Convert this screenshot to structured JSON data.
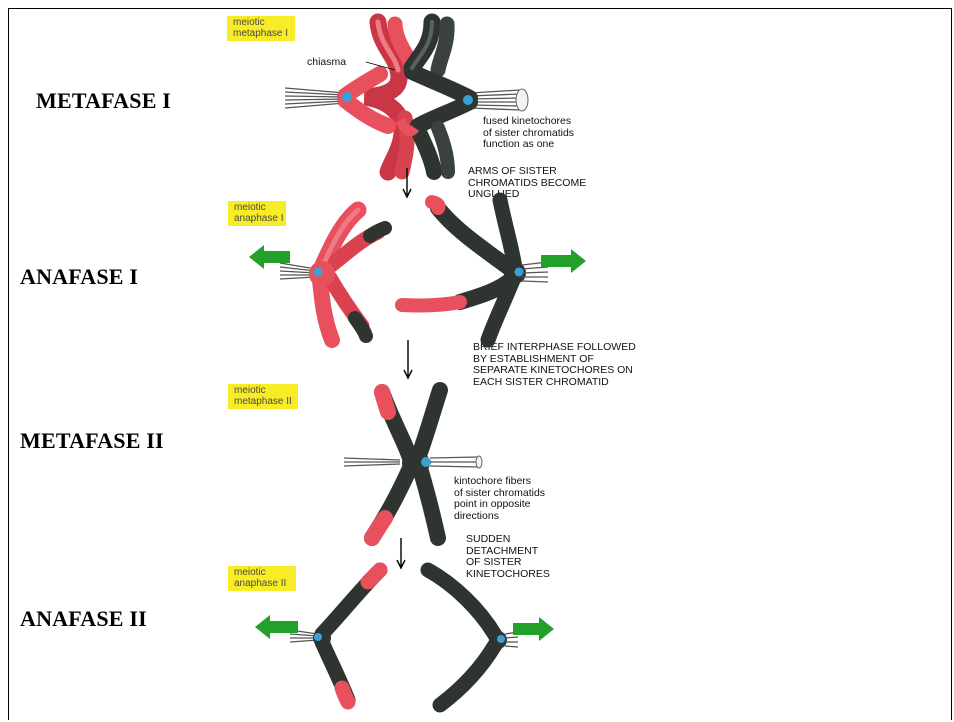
{
  "stages": {
    "metaphase1": "METAFASE I",
    "anaphase1": "ANAFASE I",
    "metaphase2": "METAFASE II",
    "anaphase2": "ANAFASE II"
  },
  "tags": {
    "metaphase1": "meiotic\nmetaphase I",
    "anaphase1": "meiotic\nanaphase I",
    "metaphase2": "meiotic\nmetaphase II",
    "anaphase2": "meiotic\nanaphase II"
  },
  "labels": {
    "chiasma": "chiasma",
    "fused_kinetochores": "fused kinetochores\nof sister chromatids\nfunction as one",
    "arms_unglued": "ARMS OF SISTER\nCHROMATIDS BECOME\nUNGLUED",
    "brief_interphase": "BRIEF INTERPHASE FOLLOWED\nBY ESTABLISHMENT OF\nSEPARATE KINETOCHORES ON\nEACH SISTER CHROMATID",
    "kinetochore_fibers": "kintochore fibers\nof sister chromatids\npoint in opposite\ndirections",
    "sudden_detachment": "SUDDEN\nDETACHMENT\nOF SISTER\nKINETOCHORES"
  },
  "colors": {
    "red_chromatid": "#e8505e",
    "black_chromatid": "#2e3430",
    "kinetochore": "#3aa0d8",
    "arrow_green": "#22a02a",
    "tag_yellow": "#f7ec26"
  }
}
